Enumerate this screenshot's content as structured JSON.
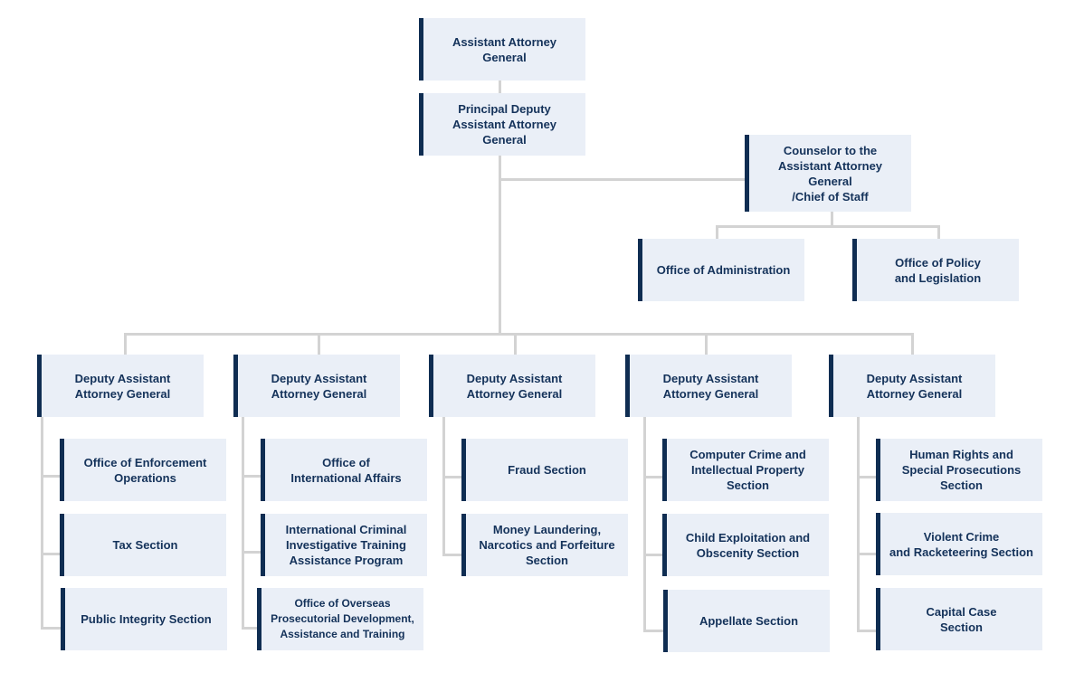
{
  "top": {
    "aag": "Assistant Attorney\nGeneral",
    "pdaag": "Principal Deputy\nAssistant Attorney\nGeneral",
    "counselor": "Counselor to the\nAssistant Attorney General\n/Chief of Staff",
    "admin": "Office of Administration",
    "policy": "Office of Policy\nand Legislation"
  },
  "deputies": [
    {
      "title": "Deputy Assistant\nAttorney General",
      "units": [
        "Office of Enforcement\nOperations",
        "Tax Section",
        "Public Integrity Section"
      ]
    },
    {
      "title": "Deputy Assistant\nAttorney General",
      "units": [
        "Office of\nInternational Affairs",
        "International Criminal\nInvestigative Training\nAssistance Program",
        "Office of Overseas\nProsecutorial Development,\nAssistance and Training"
      ]
    },
    {
      "title": "Deputy Assistant\nAttorney General",
      "units": [
        "Fraud Section",
        "Money Laundering,\nNarcotics and Forfeiture\nSection"
      ]
    },
    {
      "title": "Deputy Assistant\nAttorney General",
      "units": [
        "Computer Crime and\nIntellectual Property\nSection",
        "Child Exploitation and\nObscenity Section",
        "Appellate Section"
      ]
    },
    {
      "title": "Deputy Assistant\nAttorney General",
      "units": [
        "Human Rights and\nSpecial Prosecutions\nSection",
        "Violent Crime\nand Racketeering Section",
        "Capital Case\nSection"
      ]
    }
  ],
  "colors": {
    "box_fill": "#eaeff7",
    "accent_bar": "#0f2d52",
    "text": "#14325a",
    "connector": "#d3d3d3"
  }
}
